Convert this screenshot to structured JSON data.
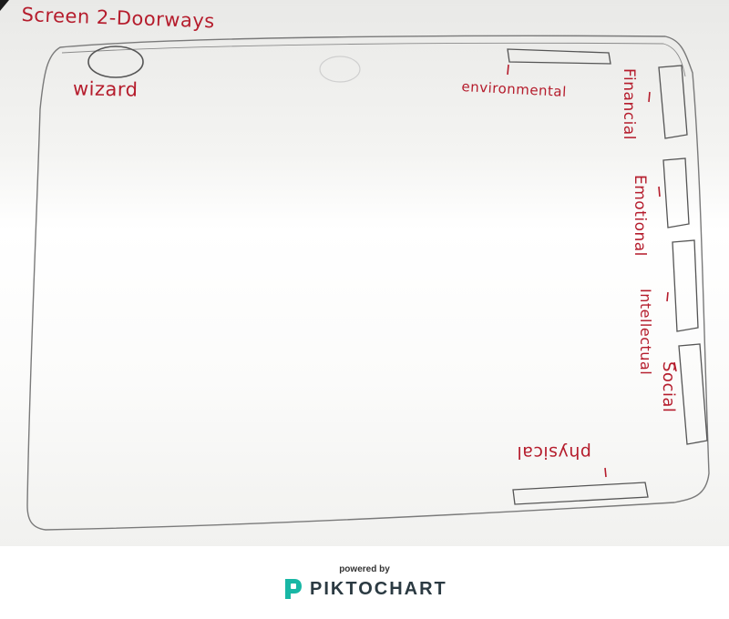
{
  "sketch": {
    "title": "Screen 2-Doorways",
    "wizard_label": "wizard",
    "doorways": {
      "environmental": "environmental",
      "financial": "Financial",
      "emotional": "Emotional",
      "intellectual": "Intellectual",
      "social": "Social",
      "physical": "physical"
    }
  },
  "footer": {
    "powered_by": "powered by",
    "brand": "PIKTOCHART",
    "brand_icon": "piktochart-logo-icon",
    "brand_color": "#18b7a5"
  }
}
